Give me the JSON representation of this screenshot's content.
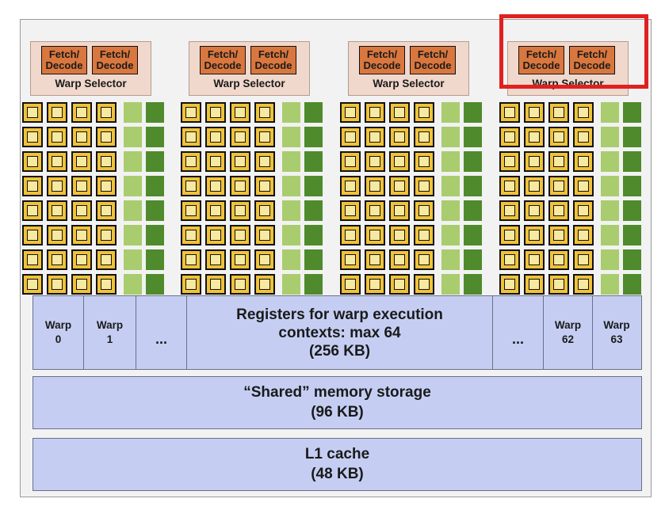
{
  "sm_blocks": [
    {
      "fetch_decode_left": "Fetch/\nDecode",
      "fetch_decode_right": "Fetch/\nDecode",
      "warp_selector": "Warp Selector"
    },
    {
      "fetch_decode_left": "Fetch/\nDecode",
      "fetch_decode_right": "Fetch/\nDecode",
      "warp_selector": "Warp Selector"
    },
    {
      "fetch_decode_left": "Fetch/\nDecode",
      "fetch_decode_right": "Fetch/\nDecode",
      "warp_selector": "Warp Selector"
    },
    {
      "fetch_decode_left": "Fetch/\nDecode",
      "fetch_decode_right": "Fetch/\nDecode",
      "warp_selector": "Warp Selector"
    }
  ],
  "grid": {
    "rows": 8,
    "cores_per_row": 4,
    "units_per_row": [
      "light",
      "dark"
    ]
  },
  "highlight": {
    "sm_index": 3,
    "color": "#e02020"
  },
  "registers": {
    "warps_left": [
      {
        "label": "Warp",
        "index": "0"
      },
      {
        "label": "Warp",
        "index": "1"
      }
    ],
    "ellipsis_left": "...",
    "center_line1": "Registers for warp execution",
    "center_line2": "contexts: max 64",
    "center_line3": "(256 KB)",
    "ellipsis_right": "...",
    "warps_right": [
      {
        "label": "Warp",
        "index": "62"
      },
      {
        "label": "Warp",
        "index": "63"
      }
    ]
  },
  "shared_memory": {
    "line1": "“Shared” memory storage",
    "line2": "(96 KB)"
  },
  "l1_cache": {
    "line1": "L1 cache",
    "line2": "(48 KB)"
  },
  "colors": {
    "fetch_decode": "#d9773f",
    "warp_selector_bg": "#f0d8cc",
    "core": "#f0c23a",
    "unit_light": "#a9cc6e",
    "unit_dark": "#4f8a2c",
    "memory": "#c5cef2"
  }
}
